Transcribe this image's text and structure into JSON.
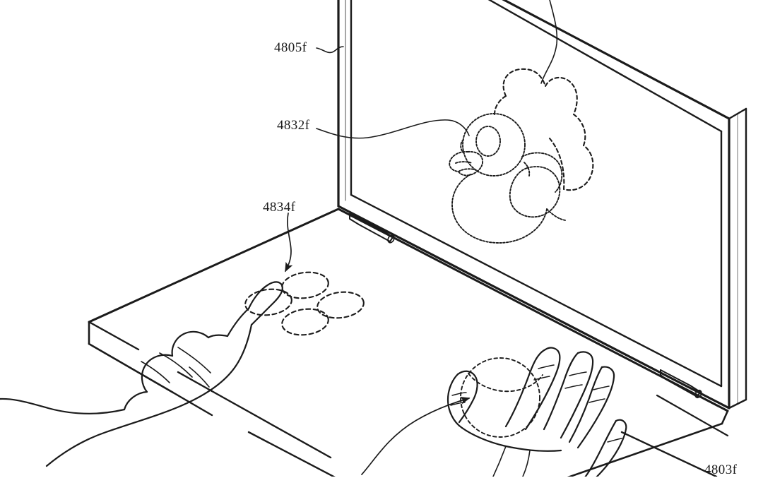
{
  "figure": {
    "kind": "patent-drawing",
    "title_visible": false,
    "background_color": "#ffffff",
    "line_color": "#1b1b1b",
    "description": "Perspective line drawing of a dual-display foldable computing device (laptop-like) with an upright display panel and a flat lower touch surface. A holographic rubber duck is shown in dashed outline floating at the upper display, four dashed ellipses float above the lower surface near a pointing left hand, and a dashed sphere is grasped by a right hand on the lower surface."
  },
  "reference_labels": [
    {
      "id": "4805f",
      "text": "4805f",
      "points_to": "upper-display-panel-left-bezel",
      "leader": "short-wavy-line-to-left-bezel"
    },
    {
      "id": "4832f",
      "text": "4832f",
      "points_to": "holographic-duck-object",
      "leader": "long-curved-line-to-duck-head"
    },
    {
      "id": "4834f",
      "text": "4834f",
      "points_to": "dashed-ellipse-cluster",
      "leader": "curved-arrow-pointing-down-right"
    },
    {
      "id": "4803f",
      "text": "4803f",
      "points_to": "lower-base-right-edge",
      "leader": "short-curve-upper-left",
      "clipped_at_bottom": true
    }
  ],
  "objects": {
    "upper_display": {
      "name": "upper-display-panel",
      "style": "solid-outline",
      "has_bezel": true,
      "thickness_shown": true
    },
    "lower_surface": {
      "name": "lower-touch-surface",
      "style": "solid-outline",
      "thickness_shown": true
    },
    "hinges": [
      {
        "name": "hinge-cylinder-left"
      },
      {
        "name": "hinge-cylinder-right"
      }
    ],
    "holograms": [
      {
        "name": "holographic-duck",
        "render": "dashed-outline",
        "parts": [
          "head",
          "eye",
          "beak",
          "body",
          "wing",
          "tail",
          "outer-aura-silhouette"
        ]
      },
      {
        "name": "dashed-ellipse-cluster",
        "render": "dashed-outline",
        "count": 4,
        "arrangement": "diamond-cluster"
      },
      {
        "name": "dashed-sphere",
        "render": "dashed-outline",
        "grasped_by": "right-hand"
      }
    ],
    "hands": [
      {
        "name": "left-hand",
        "gesture": "index-finger-pointing",
        "target": "dashed-ellipse-cluster"
      },
      {
        "name": "right-hand",
        "gesture": "grasping",
        "target": "dashed-sphere"
      }
    ]
  }
}
